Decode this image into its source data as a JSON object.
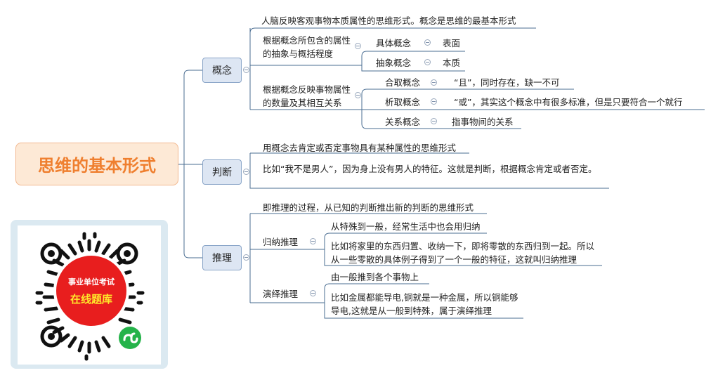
{
  "root": {
    "label": "思维的基本形式"
  },
  "concept": {
    "label": "概念",
    "definition": "人脑反映客观事物本质属性的思维形式。概念是思维的最基本形式",
    "group1": {
      "label": "根据概念所包含的属性的抽象与概括程度",
      "items": [
        {
          "label": "具体概念",
          "desc": "表面"
        },
        {
          "label": "抽象概念",
          "desc": "本质"
        }
      ]
    },
    "group2": {
      "label": "根据概念反映事物属性的数量及其相互关系",
      "items": [
        {
          "label": "合取概念",
          "desc": "“且”，同时存在，缺一不可"
        },
        {
          "label": "析取概念",
          "desc": "“或”，其实这个概念中有很多标准，但是只要符合一个就行"
        },
        {
          "label": "关系概念",
          "desc": "指事物间的关系"
        }
      ]
    }
  },
  "judgment": {
    "label": "判断",
    "definition": "用概念去肯定或否定事物具有某种属性的思维形式",
    "example": "比如“我不是男人”，因为身上没有男人的特征。这就是判断，根据概念肯定或者否定。"
  },
  "reasoning": {
    "label": "推理",
    "definition": "即推理的过程，从已知的判断推出新的判断的思维形式",
    "induction": {
      "label": "归纳推理",
      "desc": "从特殊到一般，经常生活中也会用归纳",
      "example": "比如将家里的东西归置、收纳一下，即将零散的东西归到一起。所以从一些零散的具体例子得到了一个一般的特征，这就叫归纳推理"
    },
    "deduction": {
      "label": "演绎推理",
      "desc": "由一般推到各个事物上",
      "example": "比如金属都能导电,铜就是一种金属，所以铜能够导电,这就是从一般到特殊，属于演绎推理"
    }
  },
  "promo": {
    "line1": "事业单位考试",
    "line2": "在线题库"
  },
  "colors": {
    "root_text": "#ef7f2f",
    "root_fill": "#fde9d6",
    "branch_fill": "#dde6f3",
    "line": "#4a6d92"
  }
}
